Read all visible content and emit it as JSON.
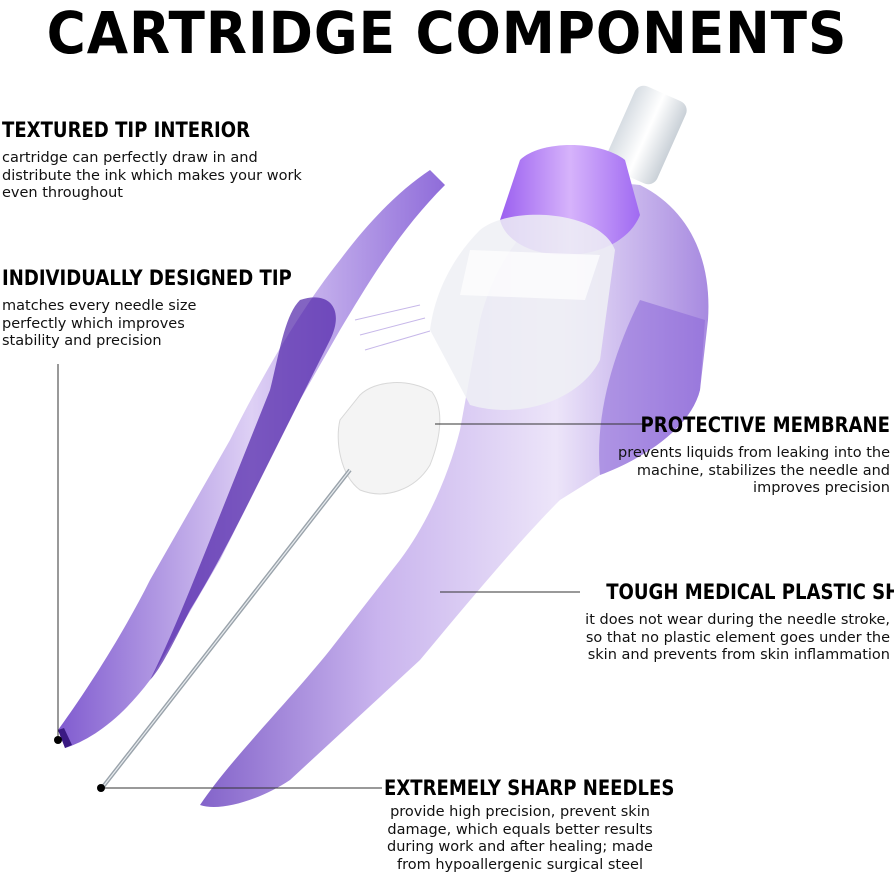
{
  "title": "CARTRIDGE COMPONENTS",
  "callouts": {
    "textured_tip": {
      "heading": "TEXTURED TIP INTERIOR",
      "body": "cartridge can perfectly draw in and distribute the ink which makes your work even throughout"
    },
    "designed_tip": {
      "heading": "INDIVIDUALLY DESIGNED TIP",
      "body": "matches every needle size perfectly which improves stability and precision"
    },
    "membrane": {
      "heading": "PROTECTIVE MEMBRANE",
      "body": "prevents liquids from leaking into the machine, stabilizes the needle and improves precision"
    },
    "shell": {
      "heading": "TOUGH MEDICAL PLASTIC SHELL",
      "body": "it does not wear during the needle stroke, so that no plastic element goes under the skin and prevents from skin inflammation"
    },
    "needles": {
      "heading": "EXTREMELY SHARP NEEDLES",
      "body": "provide high precision, prevent skin damage, which equals better results during work and after healing; made from hypoallergenic surgical steel"
    }
  },
  "colors": {
    "shell_purple": "#7a4fd0",
    "shell_light": "#c9b6ef",
    "cap_purple": "#b27cf2",
    "text": "#000000"
  }
}
